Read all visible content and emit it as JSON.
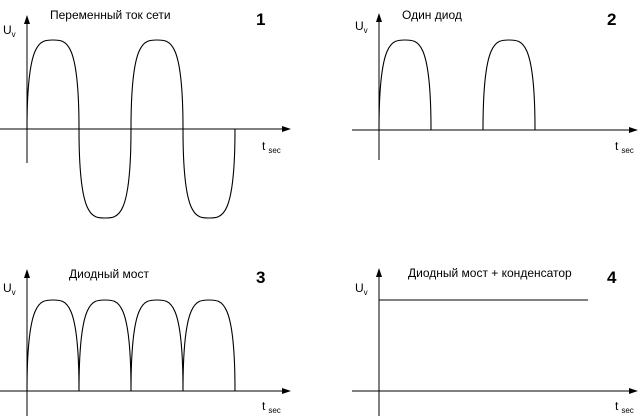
{
  "panels": [
    {
      "number": "1",
      "title": "Переменный ток сети",
      "y_label": "U",
      "y_label_sub": "v",
      "x_label": "t",
      "x_label_sub": "sec",
      "waveform": "sine"
    },
    {
      "number": "2",
      "title": "Один диод",
      "y_label": "U",
      "y_label_sub": "v",
      "x_label": "t",
      "x_label_sub": "sec",
      "waveform": "half-wave rectified"
    },
    {
      "number": "3",
      "title": "Диодный мост",
      "y_label": "U",
      "y_label_sub": "v",
      "x_label": "t",
      "x_label_sub": "sec",
      "waveform": "full-wave rectified"
    },
    {
      "number": "4",
      "title": "Диодный мост + конденсатор",
      "y_label": "U",
      "y_label_sub": "v",
      "x_label": "t",
      "x_label_sub": "sec",
      "waveform": "constant"
    }
  ]
}
